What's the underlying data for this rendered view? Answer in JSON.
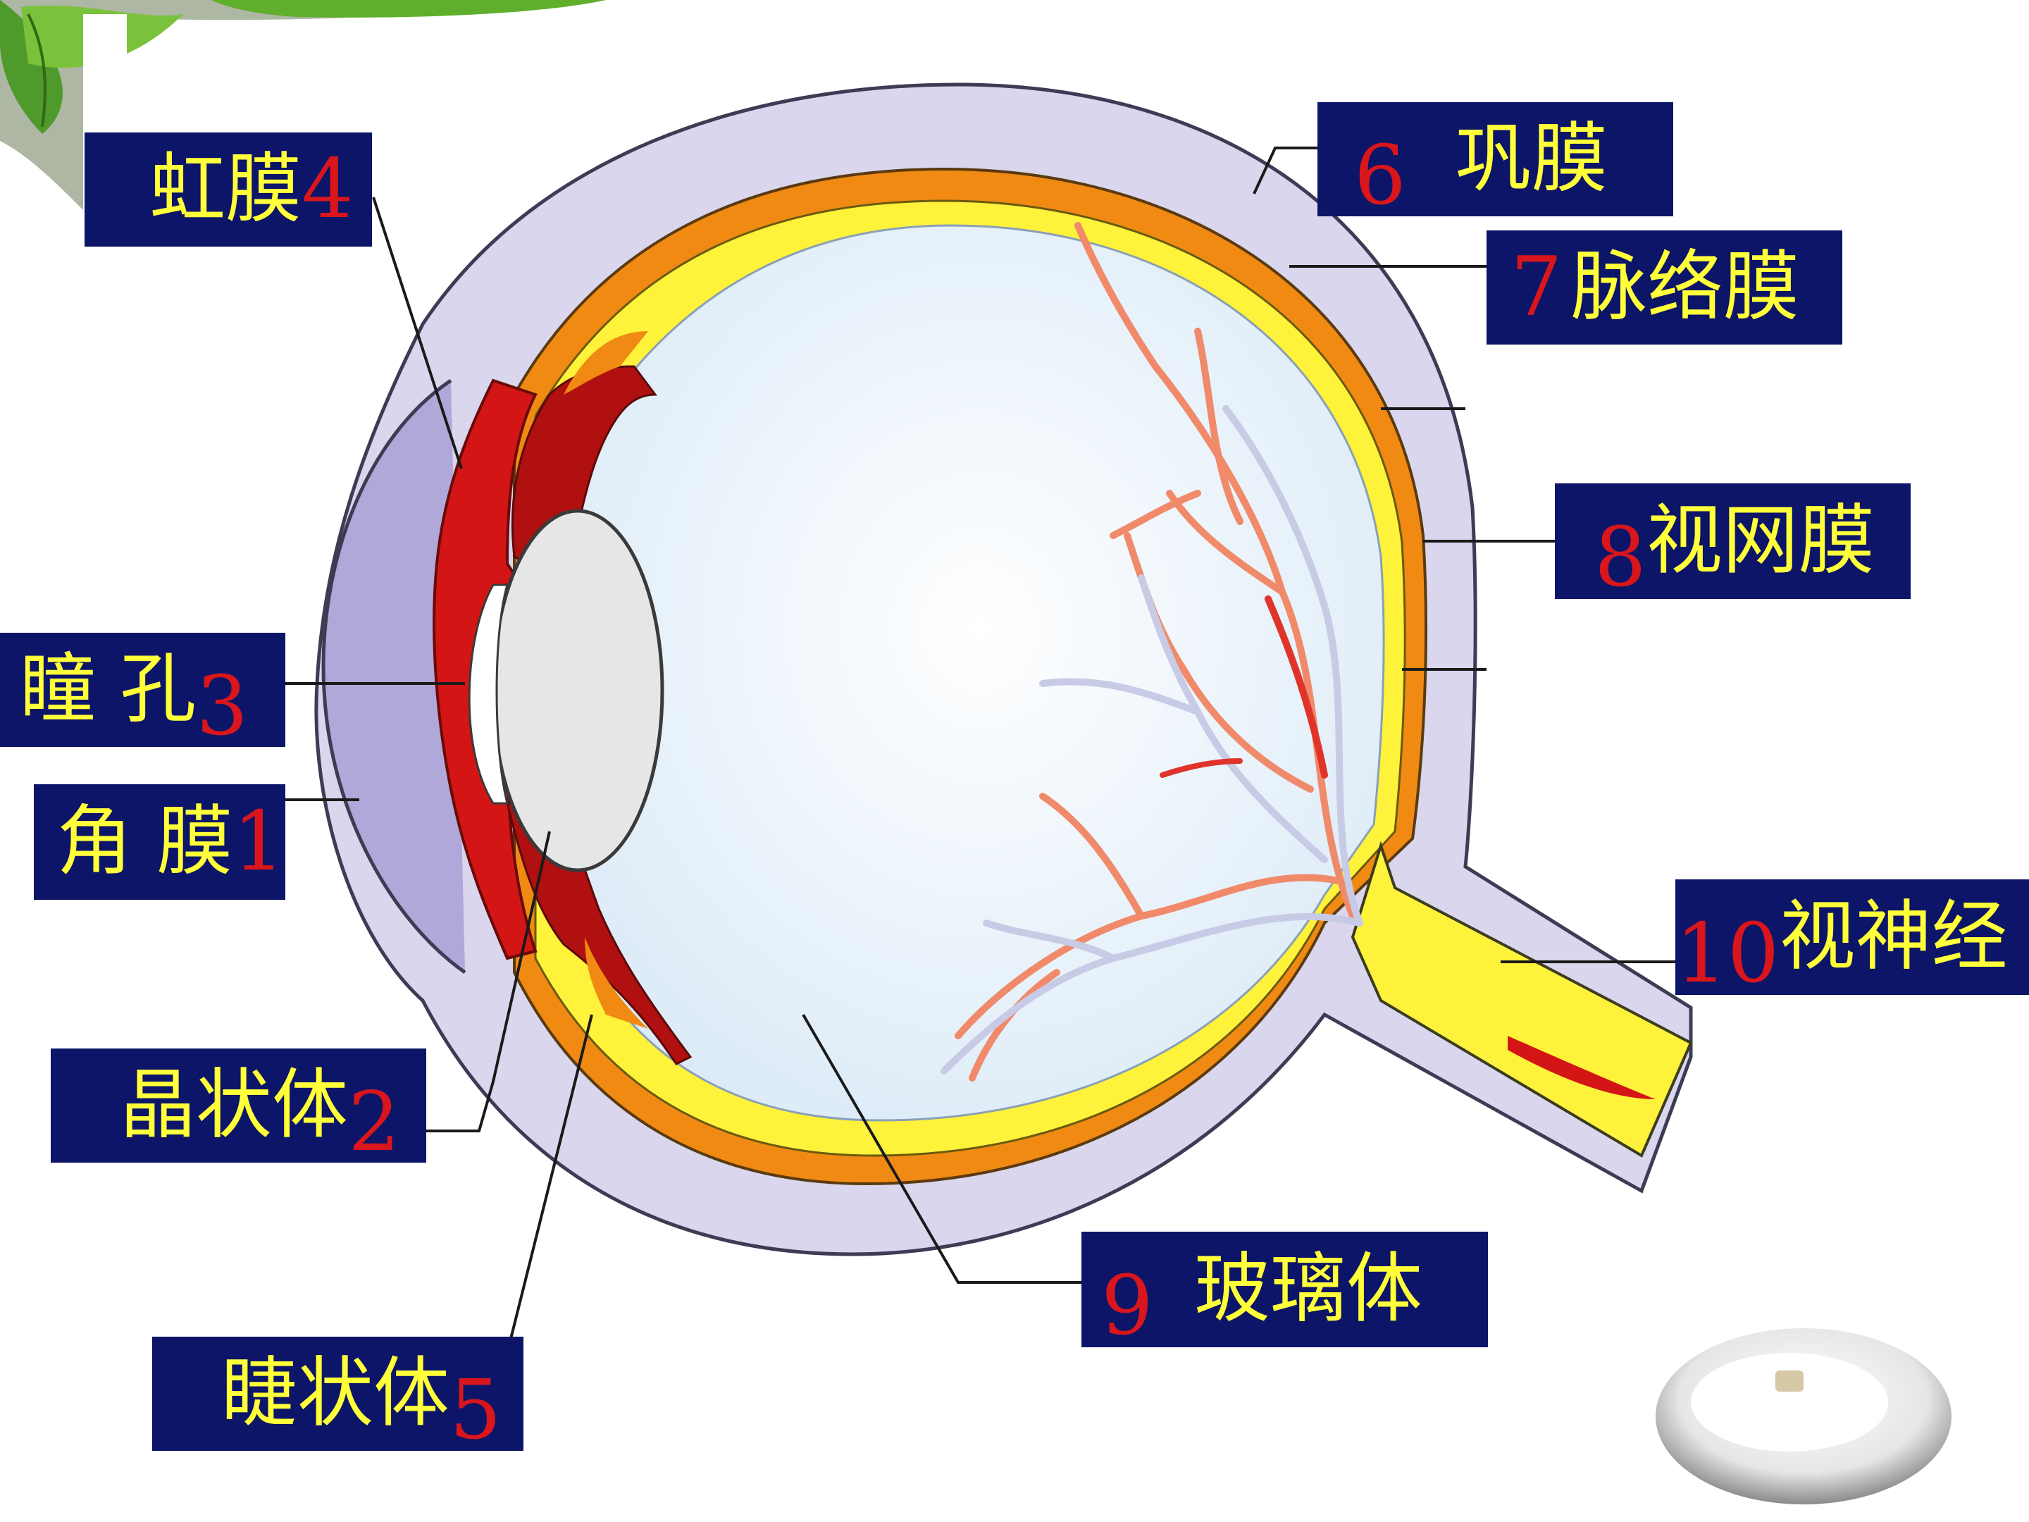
{
  "labels": {
    "iris": {
      "name": "虹膜",
      "num": "4"
    },
    "pupil": {
      "name": "瞳 孔",
      "num": "3"
    },
    "cornea": {
      "name": "角 膜",
      "num": "1"
    },
    "lens": {
      "name": "晶状体",
      "num": "2"
    },
    "ciliary": {
      "name": "睫状体",
      "num": "5"
    },
    "sclera": {
      "name": "巩膜",
      "num": "6"
    },
    "choroid": {
      "name": "脉络膜",
      "num": "7"
    },
    "retina": {
      "name": "视网膜",
      "num": "8"
    },
    "vitreous": {
      "name": "玻璃体",
      "num": "9"
    },
    "nerve": {
      "name": "视神经",
      "num": "10"
    }
  },
  "colors": {
    "label_bg": "#0c1567",
    "label_text": "#ffff3a",
    "label_number": "#d8161c",
    "sclera": "#d9d6ee",
    "choroid": "#f08a12",
    "retina": "#fff23a",
    "iris": "#d41515",
    "vitreous": "#eef5fb",
    "vessel_artery": "#f08a6a",
    "vessel_vein": "#c8cbe6"
  }
}
